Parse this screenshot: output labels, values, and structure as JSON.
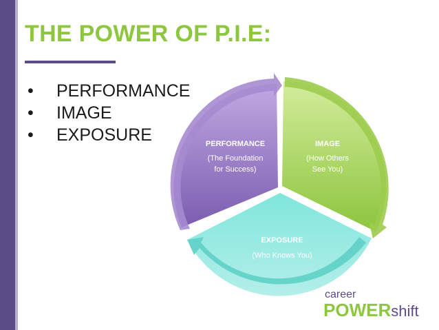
{
  "slide": {
    "title": "THE POWER OF P.I.E:",
    "bullets": [
      "PERFORMANCE",
      "IMAGE",
      "EXPOSURE"
    ],
    "bullet_symbol": "•"
  },
  "diagram": {
    "segments": [
      {
        "id": "performance",
        "title": "PERFORMANCE",
        "subtitle_lines": [
          "(The Foundation",
          "for Success)"
        ],
        "color": "#9b7fc8"
      },
      {
        "id": "image",
        "title": "IMAGE",
        "subtitle_lines": [
          "(How Others",
          "See You)"
        ],
        "color": "#a9d45a"
      },
      {
        "id": "exposure",
        "title": "EXPOSURE",
        "subtitle_lines": [
          "(Who Knows You)"
        ],
        "color": "#6fd6cc"
      }
    ]
  },
  "logo": {
    "line1": "career",
    "line2_bold": "POWER",
    "line2_rest": "shift"
  },
  "colors": {
    "purple": "#5b4b86",
    "green": "#8dc63f",
    "teal": "#5fd0c6"
  }
}
